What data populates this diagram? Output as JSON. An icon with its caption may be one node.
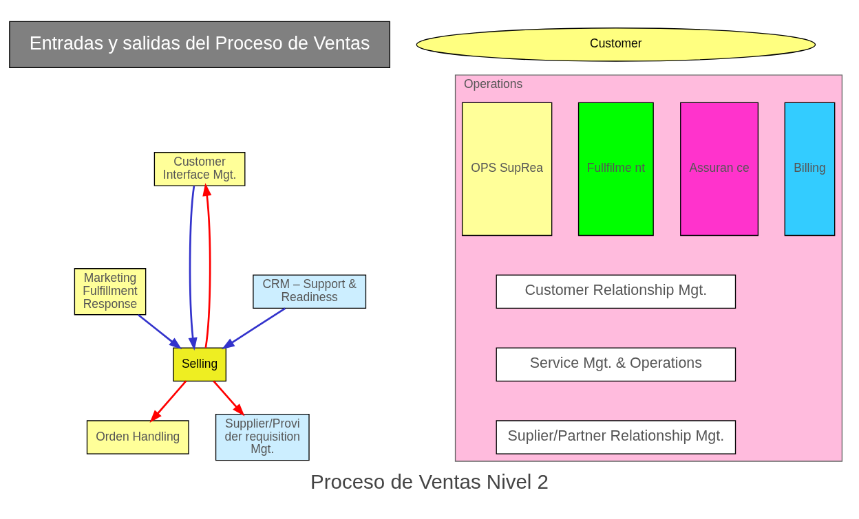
{
  "diagram": {
    "caption": "Proceso de Ventas Nivel 2",
    "nodes": [
      {
        "text": [
          "Entradas y salidas del Proceso de Ventas"
        ]
      },
      {
        "text": [
          "Customer"
        ]
      },
      {
        "text": [
          "Operations"
        ]
      },
      {
        "text": [
          "OPS SupRea"
        ],
        "in": 2
      },
      {
        "text": [
          "Fullfilme nt"
        ],
        "in": 2
      },
      {
        "text": [
          "Assuran ce"
        ],
        "in": 2
      },
      {
        "text": [
          "Billing"
        ],
        "in": 2
      },
      {
        "text": [
          "Customer Relationship Mgt."
        ],
        "in": 2
      },
      {
        "text": [
          "Service Mgt. & Operations"
        ],
        "in": 2
      },
      {
        "text": [
          "Suplier/Partner Relationship Mgt."
        ],
        "in": 2
      },
      {
        "text": [
          "Customer Interface Mgt."
        ]
      },
      {
        "text": [
          "CRM – Support & Readiness"
        ]
      },
      {
        "text": [
          "Marketing Fulfillment Response"
        ]
      },
      {
        "text": [
          "Selling"
        ]
      },
      {
        "text": [
          "Orden Handling"
        ]
      },
      {
        "text": [
          "Supplier/Provi der requisition Mgt."
        ]
      }
    ],
    "edges": [
      {
        "from": 10,
        "to": 13,
        "arrow": "to",
        "color": "#3333cc"
      },
      {
        "from": 13,
        "to": 10,
        "arrow": "to",
        "color": "#ff0000"
      },
      {
        "from": 11,
        "to": 13,
        "arrow": "to",
        "color": "#3333cc"
      },
      {
        "from": 12,
        "to": 13,
        "arrow": "to",
        "color": "#3333cc"
      },
      {
        "from": 13,
        "to": 14,
        "arrow": "to",
        "color": "#ff0000"
      },
      {
        "from": 13,
        "to": 15,
        "arrow": "to",
        "color": "#ff0000"
      }
    ]
  }
}
